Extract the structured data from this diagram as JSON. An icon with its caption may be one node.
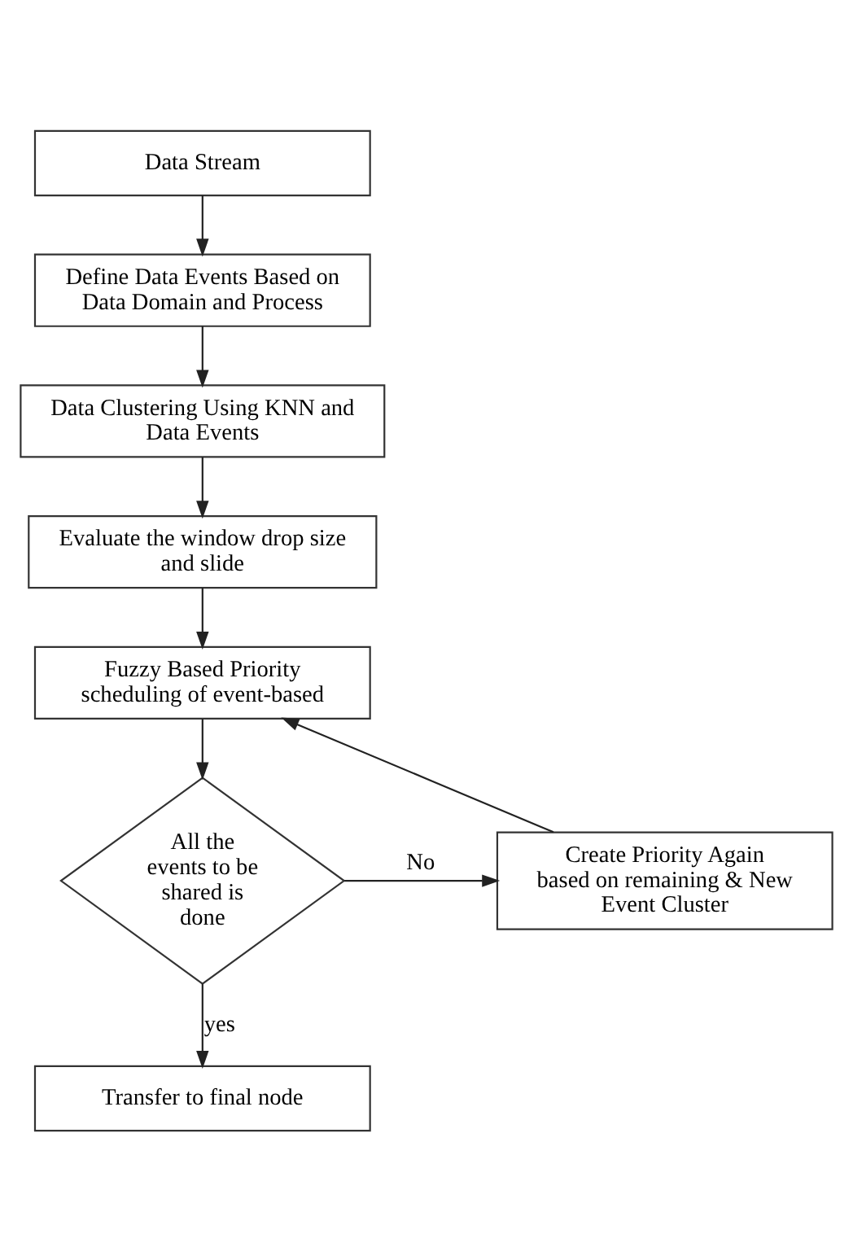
{
  "diagram": {
    "nodes": [
      {
        "text": [
          "Data Stream"
        ]
      },
      {
        "text": [
          "Define Data Events Based on Data Domain and Process"
        ]
      },
      {
        "text": [
          "Data Clustering Using KNN and Data Events"
        ]
      },
      {
        "text": [
          "Evaluate the window drop size and slide"
        ]
      },
      {
        "text": [
          "Fuzzy Based Priority scheduling of event-based"
        ]
      },
      {
        "text": [
          "All the events to be shared is done"
        ]
      },
      {
        "text": [
          "Create Priority Again based on remaining & New Event Cluster"
        ]
      },
      {
        "text": [
          "Transfer to final node"
        ]
      }
    ],
    "edges": [
      {
        "from": 0,
        "to": 1,
        "arrow": "to"
      },
      {
        "from": 1,
        "to": 2,
        "arrow": "to"
      },
      {
        "from": 2,
        "to": 3,
        "arrow": "to"
      },
      {
        "from": 3,
        "to": 4,
        "arrow": "to"
      },
      {
        "from": 4,
        "to": 5,
        "arrow": "to"
      },
      {
        "from": 5,
        "to": 6,
        "arrow": "to",
        "label": "No"
      },
      {
        "from": 6,
        "to": 4,
        "arrow": "to"
      },
      {
        "from": 5,
        "to": 7,
        "arrow": "to",
        "label": "yes"
      }
    ]
  }
}
